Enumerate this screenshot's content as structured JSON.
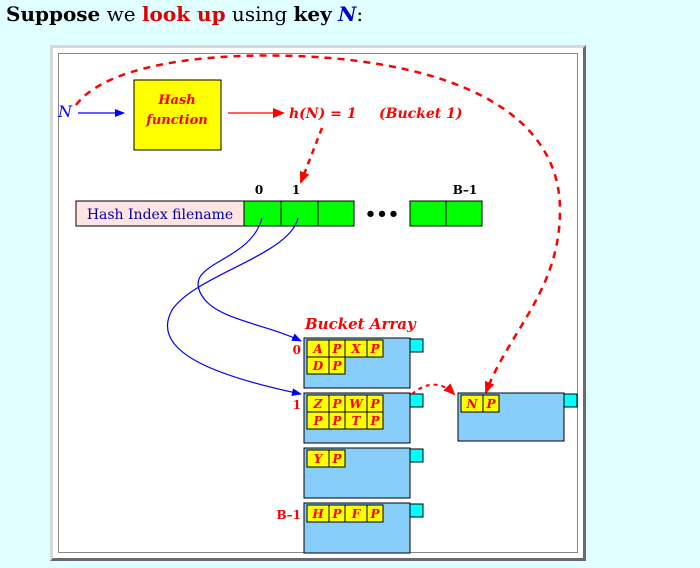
{
  "caption": {
    "part1": "Suppose",
    "part2": " we ",
    "part3": "look up",
    "part4": " using ",
    "part5": "key",
    "part6": " ",
    "part7": "N",
    "part8": ":"
  },
  "diagram": {
    "input_key": "N",
    "hash_function_line1": "Hash",
    "hash_function_line2": "function",
    "hash_result": "h(N) = 1",
    "bucket_note": "(Bucket 1)",
    "hash_index_label": "Hash Index filename",
    "index_label_0": "0",
    "index_label_1": "1",
    "index_label_last": "B–1",
    "ellipsis": "•••",
    "bucket_array_title": "Bucket Array",
    "bucket_labels": [
      "0",
      "1",
      "",
      "B–1"
    ],
    "buckets": [
      {
        "rows": [
          [
            "A",
            "P",
            "X",
            "P"
          ],
          [
            "D",
            "P"
          ]
        ]
      },
      {
        "rows": [
          [
            "Z",
            "P",
            "W",
            "P"
          ],
          [
            "P",
            "P",
            "T",
            "P"
          ]
        ]
      },
      {
        "rows": [
          [
            "Y",
            "P"
          ]
        ]
      },
      {
        "rows": [
          [
            "H",
            "P",
            "F",
            "P"
          ]
        ]
      }
    ],
    "overflow_bucket": {
      "rows": [
        [
          "N",
          "P"
        ]
      ]
    },
    "colors": {
      "background": "#e0ffff",
      "hash_box": "#ffff00",
      "index_label_bg": "#ffe4e1",
      "index_cells": "#00ff00",
      "bucket_fill": "#87cefa",
      "bucket_tab": "#00ffff",
      "record_fill": "#ffff00",
      "arrow_red": "#ff0000",
      "arrow_blue": "#0000ff"
    }
  }
}
